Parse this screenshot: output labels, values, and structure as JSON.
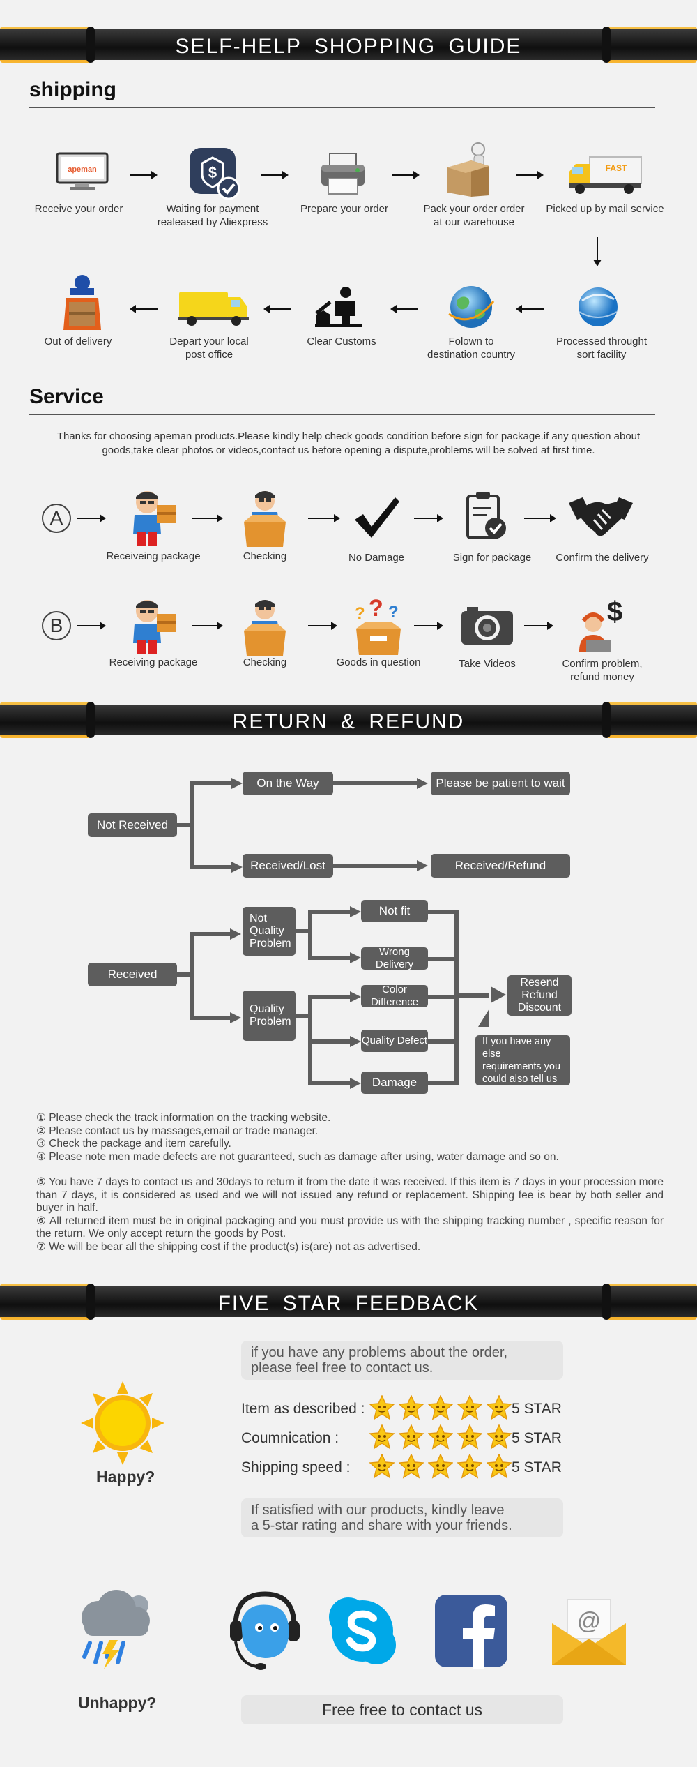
{
  "banners": {
    "guide": "SELF-HELP  SHOPPING  GUIDE",
    "refund": "RETURN  &  REFUND",
    "feedback": "FIVE  STAR  FEEDBACK"
  },
  "shipping": {
    "title": "shipping",
    "logo_text": "apeman",
    "row1": [
      {
        "label": "Receive your order",
        "icon": "monitor-icon"
      },
      {
        "label": "Waiting for payment\nrealeased by Aliexpress",
        "icon": "payment-icon"
      },
      {
        "label": "Prepare your order",
        "icon": "printer-icon"
      },
      {
        "label": "Pack your order order\nat our warehouse",
        "icon": "box-icon"
      },
      {
        "label": "Picked up by mail service",
        "icon": "truck-icon"
      }
    ],
    "truck_text": "FAST",
    "row2": [
      {
        "label": "Processed throught\nsort facility",
        "icon": "globe-icon"
      },
      {
        "label": "Folown to\ndestination country",
        "icon": "earth-icon"
      },
      {
        "label": "Clear Customs",
        "icon": "customs-icon"
      },
      {
        "label": "Depart your local\npost office",
        "icon": "van-icon"
      },
      {
        "label": "Out of delivery",
        "icon": "courier-icon"
      }
    ]
  },
  "service": {
    "title": "Service",
    "text": "Thanks for choosing apeman products.Please kindly help check goods condition before sign for package.if any question about goods,take clear photos or videos,contact us before opening a dispute,problems will be solved at first time.",
    "rowA": {
      "letter": "A",
      "steps": [
        "Receiveing package",
        "Checking",
        "No Damage",
        "Sign for package",
        "Confirm the delivery"
      ]
    },
    "rowB": {
      "letter": "B",
      "steps": [
        "Receiving package",
        "Checking",
        "Goods in question",
        "Take Videos",
        "Confirm problem,\nrefund money"
      ]
    }
  },
  "refund": {
    "not_received": "Not Received",
    "on_the_way": "On the Way",
    "patient": "Please be patient to wait",
    "received_lost": "Received/Lost",
    "received_refund": "Received/Refund",
    "received": "Received",
    "not_quality": "Not\nQuality\nProblem",
    "quality": "Quality\nProblem",
    "not_fit": "Not fit",
    "wrong_delivery": "Wrong Delivery",
    "color_difference": "Color Difference",
    "quality_defect": "Quality Defect",
    "damage": "Damage",
    "resolution": "Resend\nRefund\nDiscount",
    "else_req": "If you have any else\nrequirements you\ncould also tell us"
  },
  "notes": [
    {
      "mark": "①",
      "text": "Please  check  the  track  information  on  the  tracking  website."
    },
    {
      "mark": "②",
      "text": "Please  contact  us  by  massages,email  or  trade  manager."
    },
    {
      "mark": "③",
      "text": "Check  the  package  and  item  carefully."
    },
    {
      "mark": "④",
      "text": "Please  note  men  made  defects  are  not  guaranteed,  such  as  damage  after  using,  water  damage  and  so  on."
    },
    {
      "mark": "⑤",
      "text": "You  have  7  days  to  contact  us  and  30days  to  return  it  from  the  date  it  was  received.  If  this  item  is  7  days  in  your  procession  more  than  7  days,  it  is  considered  as  used  and  we  will  not  issued  any  refund  or  replacement.  Shipping  fee  is  bear  by  both  seller  and  buyer  in  half."
    },
    {
      "mark": "⑥",
      "text": "All  returned  item  must  be  in  original  packaging  and  you  must  provide  us  with  the  shipping  tracking  number  ,  specific  reason  for  the  return.  We  only  accept  return  the  goods  by  Post."
    },
    {
      "mark": "⑦",
      "text": "We  will  be  bear  all  the  shipping  cost  if  the  product(s)  is(are)  not  as  advertised."
    }
  ],
  "feedback": {
    "intro": "if you have any problems about the order,\nplease feel free to contact us.",
    "happy": "Happy?",
    "unhappy": "Unhappy?",
    "ratings": [
      {
        "label": "Item as described :",
        "value": "5 STAR",
        "stars": 5
      },
      {
        "label": "Coumnication :",
        "value": "5 STAR",
        "stars": 5
      },
      {
        "label": "Shipping speed :",
        "value": "5 STAR",
        "stars": 5
      }
    ],
    "satisfied": "If satisfied with our products, kindly leave\na 5-star rating and share with your friends.",
    "contact_button": "Free free to contact us",
    "contact_icons": [
      "headset-icon",
      "skype-icon",
      "facebook-icon",
      "email-icon"
    ]
  },
  "colors": {
    "banner_orange": "#f29b12",
    "flow_box": "#5d5d5d",
    "background": "#f2f2f2"
  }
}
